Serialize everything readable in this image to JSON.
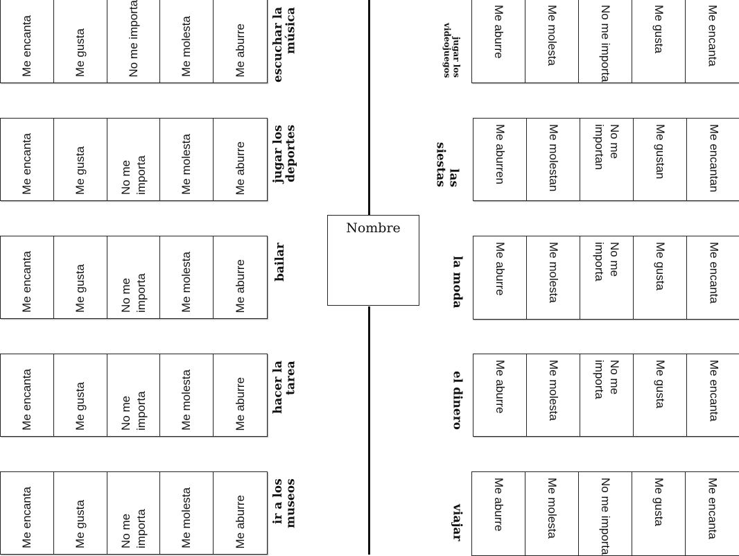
{
  "center_box": {
    "label": "Nombre"
  },
  "left_cards": [
    {
      "topic": "escuchar la música",
      "options": [
        "Me encanta",
        "Me gusta",
        "No me importa",
        "Me molesta",
        "Me aburre"
      ]
    },
    {
      "topic": "jugar los deportes",
      "options": [
        "Me encanta",
        "Me gusta",
        "No me importa",
        "Me molesta",
        "Me aburre"
      ]
    },
    {
      "topic": "bailar",
      "options": [
        "Me encanta",
        "Me gusta",
        "No me importa",
        "Me molesta",
        "Me aburre"
      ]
    },
    {
      "topic": "hacer la tarea",
      "options": [
        "Me encanta",
        "Me gusta",
        "No me importa",
        "Me molesta",
        "Me aburre"
      ]
    },
    {
      "topic": "ir a los museos",
      "options": [
        "Me encanta",
        "Me gusta",
        "No me importa",
        "Me molesta",
        "Me aburre"
      ]
    }
  ],
  "right_cards": [
    {
      "topic": "jugar los videojuegos",
      "options": [
        "Me aburre",
        "Me molesta",
        "No me importa",
        "Me gusta",
        "Me encanta"
      ]
    },
    {
      "topic": "las siestas",
      "options": [
        "Me aburren",
        "Me molestan",
        "No me importan",
        "Me gustan",
        "Me encantan"
      ]
    },
    {
      "topic": "la moda",
      "options": [
        "Me aburre",
        "Me molesta",
        "No me importa",
        "Me gusta",
        "Me encanta"
      ]
    },
    {
      "topic": "el dinero",
      "options": [
        "Me aburre",
        "Me molesta",
        "No me importa",
        "Me gusta",
        "Me encanta"
      ]
    },
    {
      "topic": "viajar",
      "options": [
        "Me aburre",
        "Me molesta",
        "No me importa",
        "Me gusta",
        "Me encanta"
      ]
    }
  ]
}
